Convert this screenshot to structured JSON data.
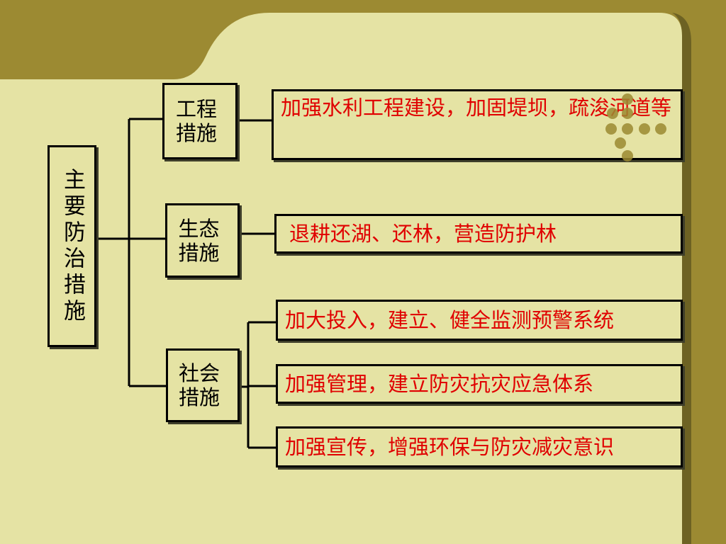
{
  "main": {
    "title": "主要防治措施"
  },
  "categories": [
    {
      "label": "工程措施",
      "items": [
        "加强水利工程建设，加固堤坝，疏浚河道等"
      ]
    },
    {
      "label": "生态措施",
      "items": [
        "退耕还湖、还林，营造防护林"
      ]
    },
    {
      "label": "社会措施",
      "items": [
        "加大投入，建立、健全监测预警系统",
        "加强管理，建立防灾抗灾应急体系",
        "加强宣传，增强环保与防灾减灾意识"
      ]
    }
  ],
  "colors": {
    "frame": "#9c8a32",
    "panel": "#e5e3a4",
    "item_text": "#e00000",
    "dot": "#9c8a32"
  }
}
